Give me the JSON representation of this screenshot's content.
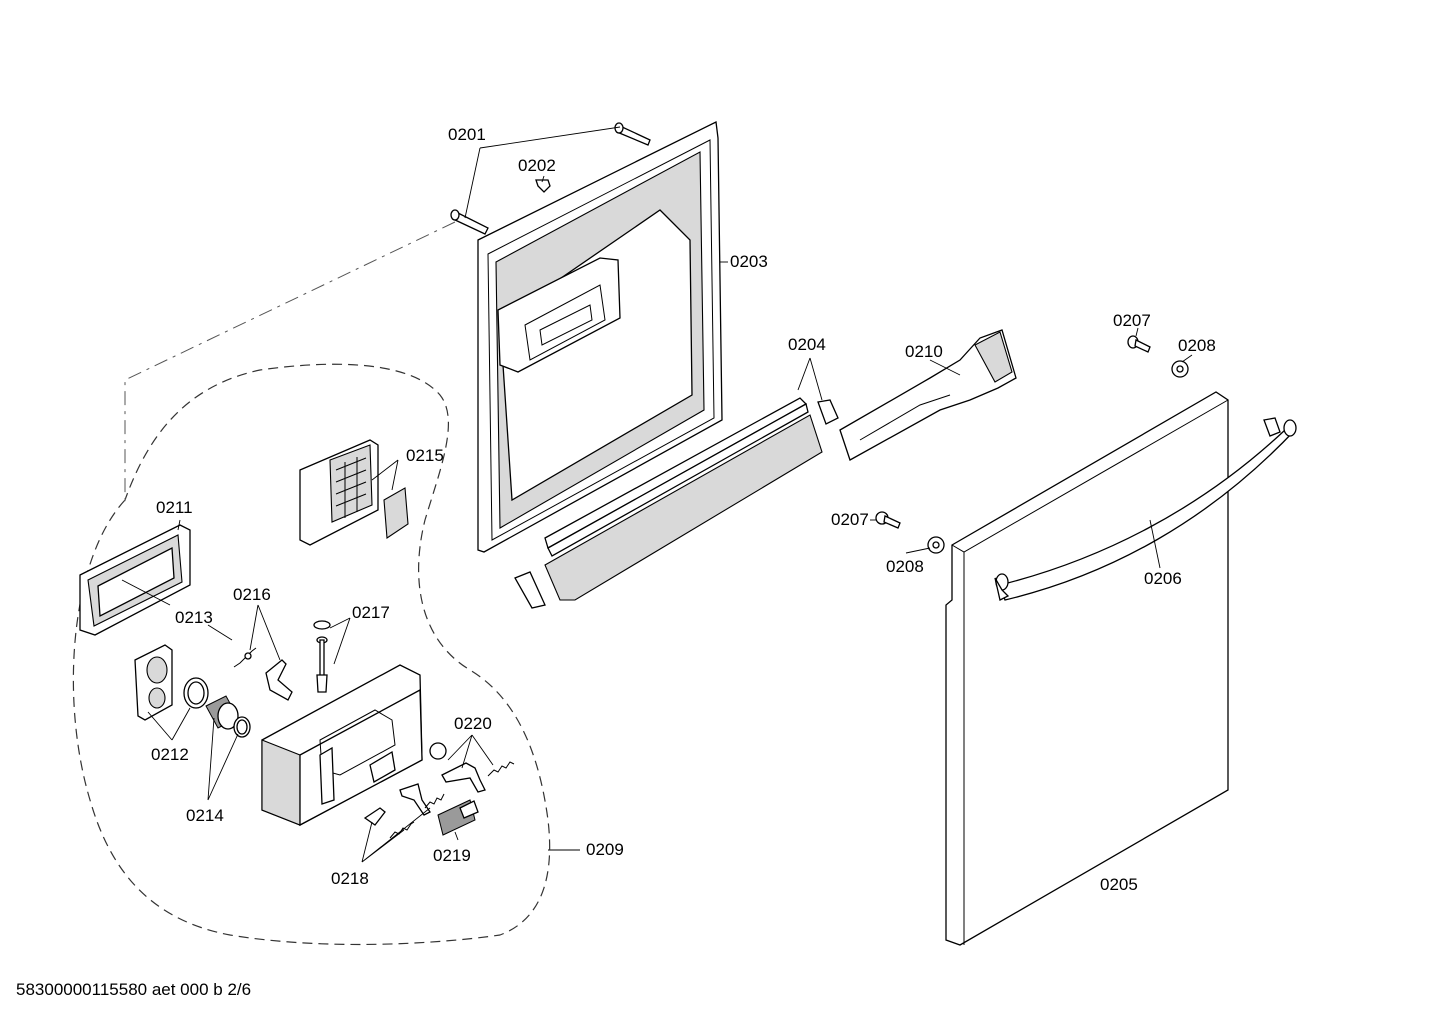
{
  "diagram": {
    "footer": "58300000115580 aet 000 b 2/6",
    "callouts": {
      "c0201": "0201",
      "c0202": "0202",
      "c0203": "0203",
      "c0204": "0204",
      "c0205": "0205",
      "c0206": "0206",
      "c0207a": "0207",
      "c0207b": "0207",
      "c0208a": "0208",
      "c0208b": "0208",
      "c0209": "0209",
      "c0210": "0210",
      "c0211": "0211",
      "c0212": "0212",
      "c0213": "0213",
      "c0214": "0214",
      "c0215": "0215",
      "c0216": "0216",
      "c0217": "0217",
      "c0218": "0218",
      "c0219": "0219",
      "c0220": "0220"
    }
  }
}
